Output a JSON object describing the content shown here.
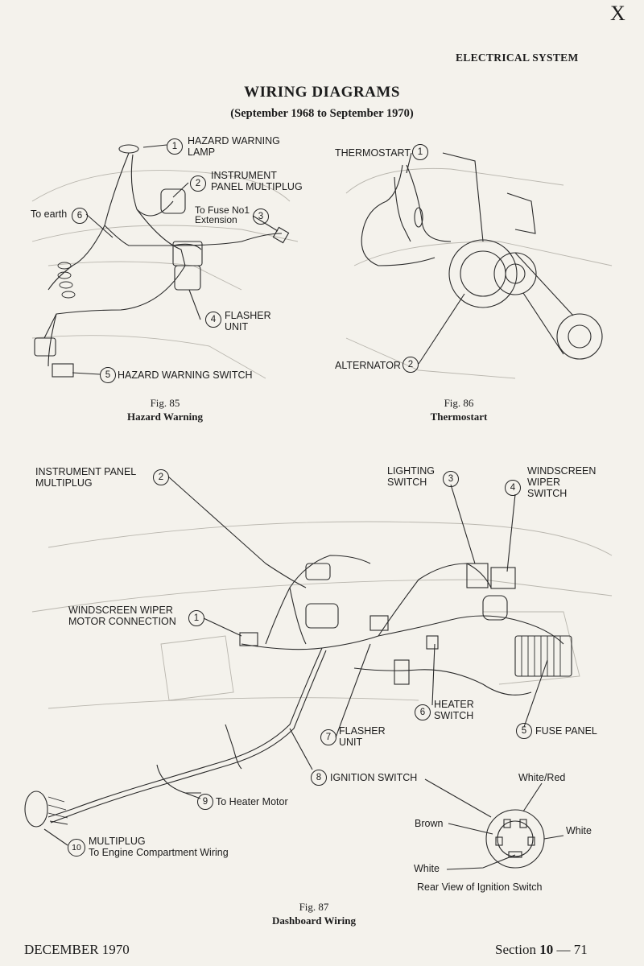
{
  "page": {
    "corner_mark": "X",
    "section_header": "ELECTRICAL SYSTEM",
    "title": "WIRING DIAGRAMS",
    "subtitle": "(September 1968 to September 1970)",
    "footer_left": "DECEMBER 1970",
    "footer_right_prefix": "Section ",
    "footer_section_no": "10",
    "footer_right_suffix": " — 71"
  },
  "fig85": {
    "fig_no": "Fig. 85",
    "fig_title": "Hazard Warning",
    "callouts": [
      {
        "n": "1",
        "text_lines": [
          "HAZARD WARNING",
          "LAMP"
        ]
      },
      {
        "n": "2",
        "text_lines": [
          "INSTRUMENT",
          "PANEL MULTIPLUG"
        ]
      },
      {
        "n": "3",
        "text_lines": [
          "To Fuse No1",
          "Extension"
        ]
      },
      {
        "n": "4",
        "text_lines": [
          "FLASHER",
          "UNIT"
        ]
      },
      {
        "n": "5",
        "text_lines": [
          "HAZARD WARNING SWITCH"
        ]
      },
      {
        "n": "6",
        "text_lines": [
          "To earth"
        ]
      }
    ]
  },
  "fig86": {
    "fig_no": "Fig. 86",
    "fig_title": "Thermostart",
    "callouts": [
      {
        "n": "1",
        "text_lines": [
          "THERMOSTART"
        ]
      },
      {
        "n": "2",
        "text_lines": [
          "ALTERNATOR"
        ]
      }
    ]
  },
  "fig87": {
    "fig_no": "Fig. 87",
    "fig_title": "Dashboard Wiring",
    "callouts": [
      {
        "n": "1",
        "text_lines": [
          "WINDSCREEN WIPER",
          "MOTOR CONNECTION"
        ]
      },
      {
        "n": "2",
        "text_lines": [
          "INSTRUMENT PANEL",
          "MULTIPLUG"
        ]
      },
      {
        "n": "3",
        "text_lines": [
          "LIGHTING",
          "SWITCH"
        ]
      },
      {
        "n": "4",
        "text_lines": [
          "WINDSCREEN",
          "WIPER",
          "SWITCH"
        ]
      },
      {
        "n": "5",
        "text_lines": [
          "FUSE PANEL"
        ]
      },
      {
        "n": "6",
        "text_lines": [
          "HEATER",
          "SWITCH"
        ]
      },
      {
        "n": "7",
        "text_lines": [
          "FLASHER",
          "UNIT"
        ]
      },
      {
        "n": "8",
        "text_lines": [
          "IGNITION SWITCH"
        ]
      },
      {
        "n": "9",
        "text_lines": [
          "To Heater Motor"
        ]
      },
      {
        "n": "10",
        "text_lines": [
          "MULTIPLUG",
          "To Engine Compartment Wiring"
        ]
      }
    ],
    "ignition_inset": {
      "wire_labels": [
        "White/Red",
        "Brown",
        "White",
        "White"
      ],
      "caption": "Rear View of Ignition Switch"
    }
  }
}
